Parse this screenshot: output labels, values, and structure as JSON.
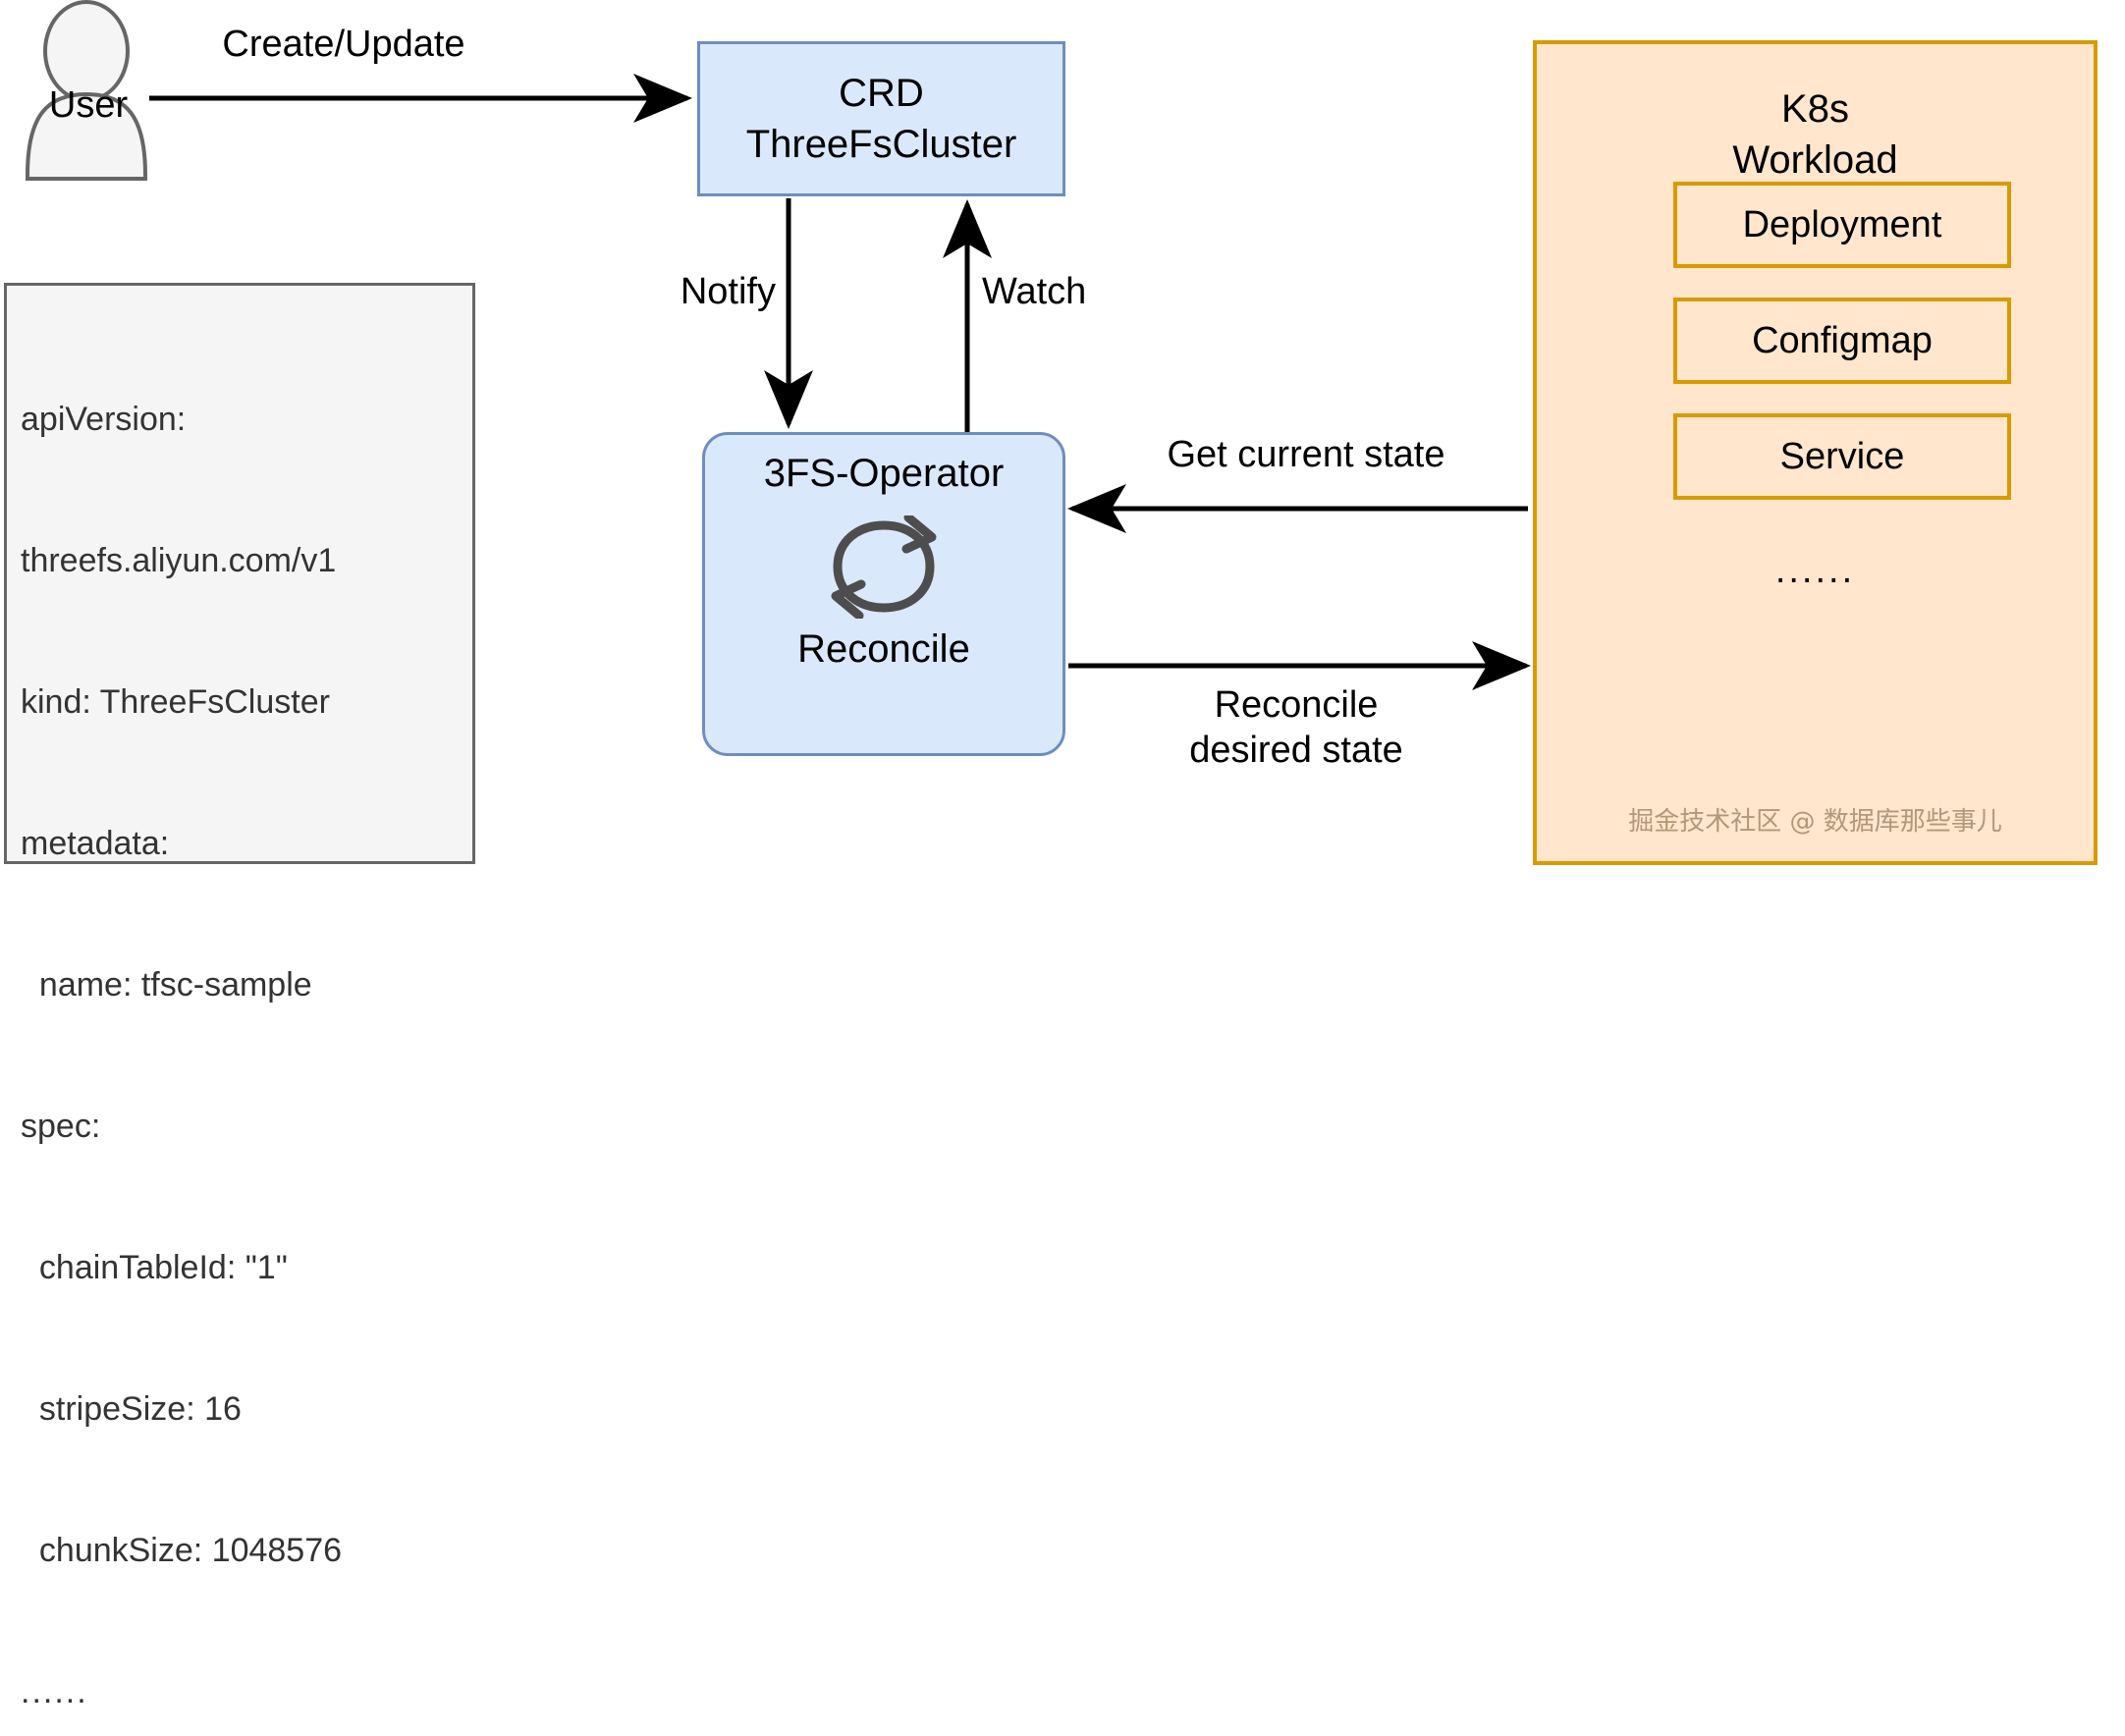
{
  "diagram": {
    "title": "3FS-Operator Kubernetes reconcile flow",
    "colors": {
      "crd_fill": "#dae8fc",
      "crd_stroke": "#6c8ebf",
      "k8s_fill": "#ffe6cc",
      "k8s_stroke": "#d79b00",
      "yaml_fill": "#f5f5f5",
      "yaml_stroke": "#666666",
      "edge": "#000000",
      "reconcile_icon": "#4d4d4d"
    }
  },
  "actor": {
    "label": "User",
    "icon": "user-actor-icon"
  },
  "yaml": {
    "lines": [
      "apiVersion:",
      "threefs.aliyun.com/v1",
      "kind: ThreeFsCluster",
      "metadata:",
      "  name: tfsc-sample",
      "spec:",
      "  chainTableId: \"1\"",
      "  stripeSize: 16",
      "  chunkSize: 1048576"
    ],
    "ellipsis": "......"
  },
  "crd": {
    "line1": "CRD",
    "line2": "ThreeFsCluster"
  },
  "operator": {
    "title": "3FS-Operator",
    "subtitle": "Reconcile",
    "icon": "reconcile-loop-icon"
  },
  "k8s": {
    "title_line1": "K8s",
    "title_line2": "Workload",
    "items": [
      {
        "label": "Deployment"
      },
      {
        "label": "Configmap"
      },
      {
        "label": "Service"
      }
    ],
    "ellipsis": "......",
    "watermark": "掘金技术社区 @ 数据库那些事儿"
  },
  "edges": [
    {
      "name": "create-update",
      "label": "Create/Update"
    },
    {
      "name": "notify",
      "label": "Notify"
    },
    {
      "name": "watch",
      "label": "Watch"
    },
    {
      "name": "get-current-state",
      "label": "Get current state"
    },
    {
      "name": "reconcile-desired-state",
      "label": "Reconcile\ndesired state"
    }
  ]
}
